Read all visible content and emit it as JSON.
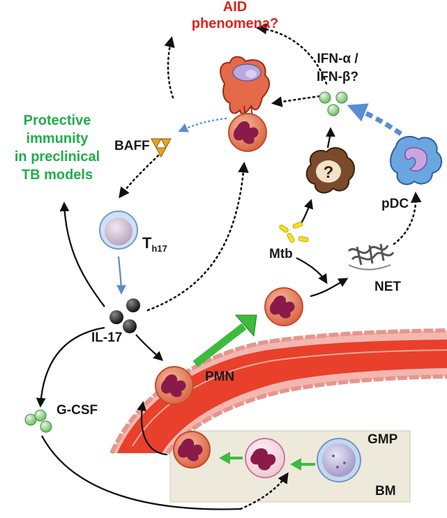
{
  "labels": {
    "aid_line1": "AID",
    "aid_line2": "phenomena?",
    "ifn_line1": "IFN-α /",
    "ifn_line2": "IFN-β?",
    "protective_line1": "Protective",
    "protective_line2": "immunity",
    "protective_line3": "in preclinical",
    "protective_line4": "TB models",
    "baff": "BAFF",
    "th17_main": "T",
    "th17_sub": "h17",
    "pdc": "pDC",
    "mtb": "Mtb",
    "net": "NET",
    "il17": "IL-17",
    "pmn": "PMN",
    "gcsf": "G-CSF",
    "gmp": "GMP",
    "bm": "BM"
  },
  "colors": {
    "aid_text": "#e2231a",
    "protective_text": "#1fae4b",
    "dark_text": "#1a1a1a",
    "blue_arrow": "#5b8ed0",
    "green_arrow": "#3dbb3d",
    "vessel_red": "#e8402b",
    "vessel_wall": "#f4b7b0",
    "bm_box": "#edeadb"
  }
}
